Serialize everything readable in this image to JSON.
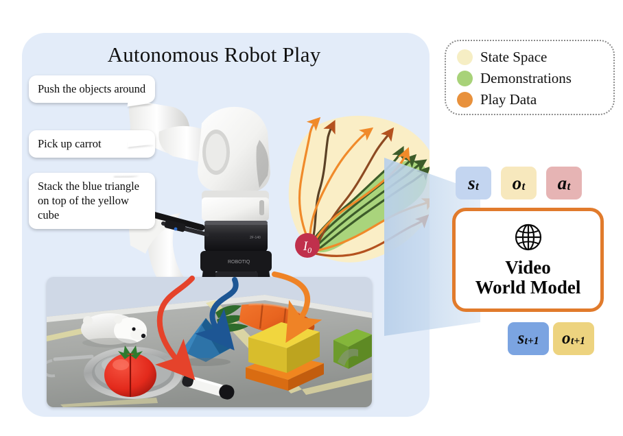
{
  "panel": {
    "title": "Autonomous Robot Play",
    "background_color": "#e3ecf9"
  },
  "instructions": [
    {
      "id": "push",
      "text": "Push the objects around"
    },
    {
      "id": "pick",
      "text": "Pick up carrot"
    },
    {
      "id": "stack",
      "text": "Stack the blue triangle on top of the yellow cube"
    }
  ],
  "state_space": {
    "initial_state_label": "I",
    "initial_state_subscript": "0",
    "initial_marker_color": "#c0304c",
    "state_space_color": "#faeec6",
    "demonstrations_color": "#a9d47c",
    "play_data_color": "#ef8e2b",
    "demo_trajectory_color": "#3d5c2a",
    "play_trajectory_colors": [
      "#f08a2a",
      "#b4521f"
    ]
  },
  "legend": {
    "items": [
      {
        "label": "State Space",
        "color": "#f6eec4"
      },
      {
        "label": "Demonstrations",
        "color": "#a8d279"
      },
      {
        "label": "Play Data",
        "color": "#e8913c"
      }
    ]
  },
  "tokens": {
    "inputs": [
      {
        "symbol": "s",
        "subscript": "t",
        "color": "#c3d5f0"
      },
      {
        "symbol": "o",
        "subscript": "t",
        "color": "#f7e8bd"
      },
      {
        "symbol": "a",
        "subscript": "t",
        "color": "#e6b4b4"
      }
    ],
    "outputs": [
      {
        "symbol": "s",
        "subscript": "t+1",
        "color": "#7ba4e1"
      },
      {
        "symbol": "o",
        "subscript": "t+1",
        "color": "#edd37f"
      }
    ]
  },
  "world_model": {
    "icon": "globe-icon",
    "line1": "Video",
    "line2": "World Model",
    "border_color": "#e17b2c"
  },
  "scene": {
    "robot": "white robot arm with black two-finger gripper",
    "arrows": [
      {
        "name": "red-arrow",
        "color": "#e5432b",
        "target": "marker and pan"
      },
      {
        "name": "blue-arrow",
        "color": "#1d5694",
        "target": "blue triangle"
      },
      {
        "name": "orange-arrow",
        "color": "#ef8326",
        "target": "carrot"
      }
    ],
    "objects": [
      "polar bear plush",
      "metal pan",
      "tomato",
      "blue triangle wedge",
      "white marker",
      "carrot",
      "yellow cube",
      "orange block",
      "green arch"
    ]
  }
}
